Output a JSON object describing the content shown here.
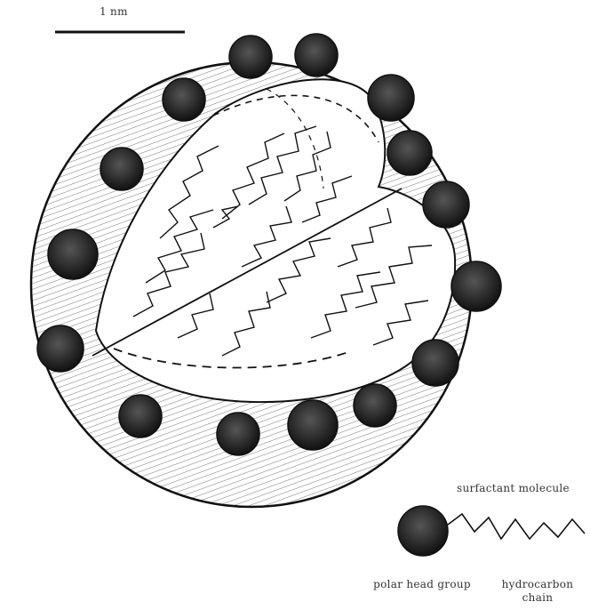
{
  "scale_bar": {
    "label": "1 nm"
  },
  "legend": {
    "molecule_label": "surfactant molecule",
    "head_label": "polar head group",
    "chain_label": "hydrocarbon chain"
  },
  "colors": {
    "ink": "#1a1a1a",
    "head_fill": "#222222",
    "background": "#ffffff"
  }
}
